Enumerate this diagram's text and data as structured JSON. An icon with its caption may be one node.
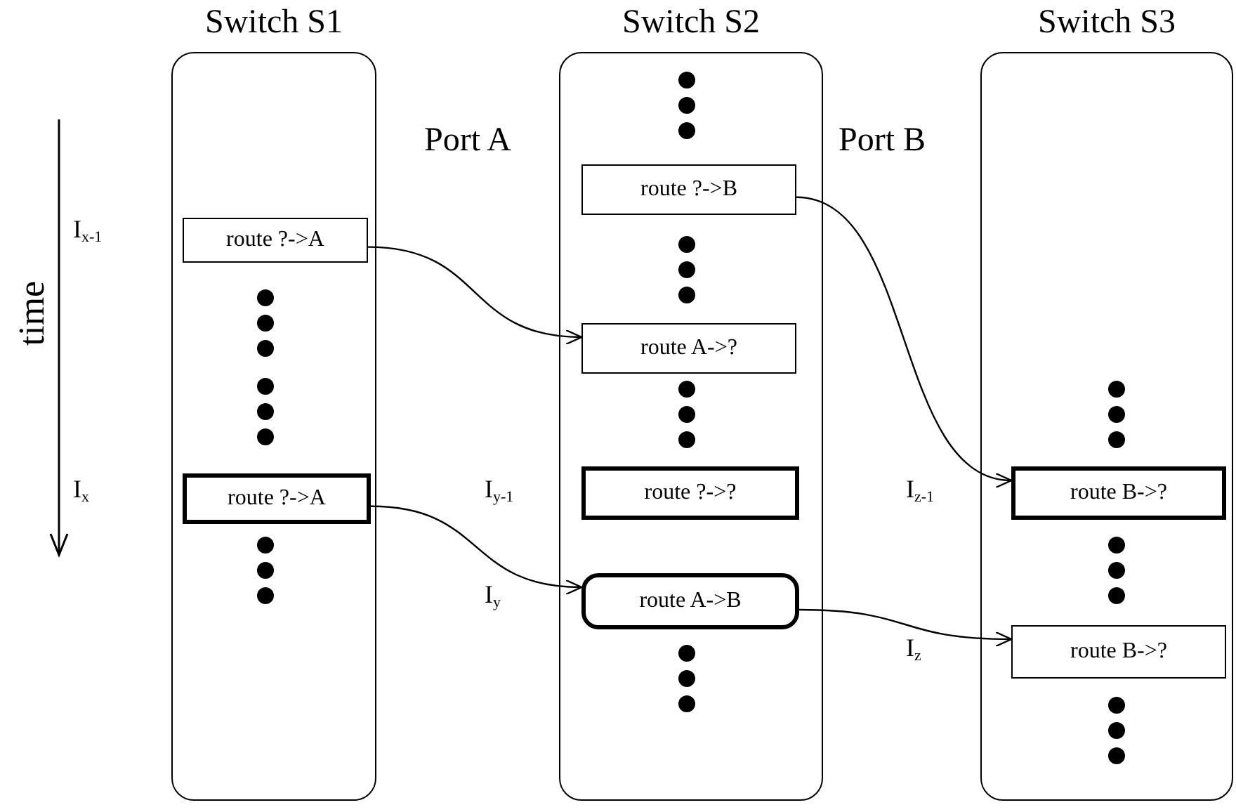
{
  "diagram": {
    "nodes": [
      {
        "text": [
          "Switch S1"
        ]
      },
      {
        "text": [
          "route ?->A"
        ],
        "in": 0,
        "beside": [
          "I$_{x-1}$"
        ]
      },
      {
        "text": [
          "route ?->A"
        ],
        "in": 0,
        "beside": [
          "I$_{x}$"
        ]
      },
      {
        "text": [
          "Switch S2"
        ]
      },
      {
        "text": [
          "route ?->B"
        ],
        "in": 3
      },
      {
        "text": [
          "route A->?"
        ],
        "in": 3
      },
      {
        "text": [
          "route ?->?"
        ],
        "in": 3,
        "beside": [
          "I$_{y-1}$"
        ]
      },
      {
        "text": [
          "route A->B"
        ],
        "in": 3,
        "beside": [
          "I$_{y}$"
        ]
      },
      {
        "text": [
          "Switch S3"
        ]
      },
      {
        "text": [
          "route B->?"
        ],
        "in": 8,
        "beside": [
          "I$_{z-1}$"
        ]
      },
      {
        "text": [
          "route B->?"
        ],
        "in": 8,
        "beside": [
          "I$_{z}$"
        ]
      }
    ],
    "edges": [
      {
        "from": 1,
        "to": 5,
        "arrow": "to"
      },
      {
        "from": 2,
        "to": 7,
        "arrow": "to"
      },
      {
        "from": 4,
        "to": 9,
        "arrow": "to"
      },
      {
        "from": 7,
        "to": 10,
        "arrow": "to"
      }
    ],
    "labels": [
      "time",
      "Port A",
      "Port B"
    ]
  }
}
